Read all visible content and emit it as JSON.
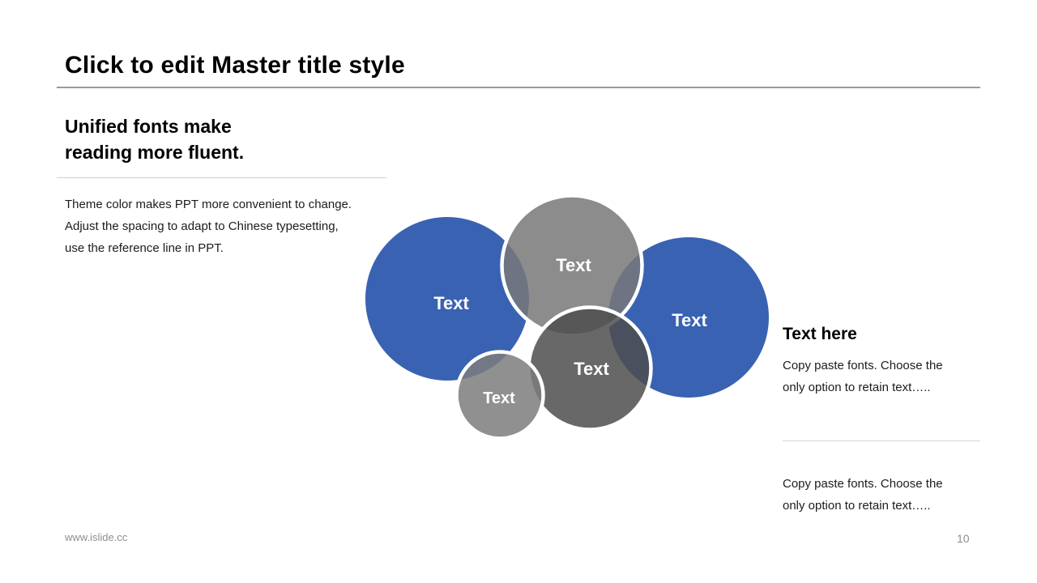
{
  "slide_title": "Click to edit Master title style",
  "left_panel": {
    "heading_lines": [
      "Unified fonts make",
      "reading more fluent."
    ],
    "body_lines": [
      "Theme color makes PPT more convenient to change.",
      "Adjust the spacing to adapt to Chinese typesetting,",
      "use the reference line in PPT."
    ]
  },
  "diagram": {
    "circles": [
      {
        "name": "left-blue",
        "label": "Text",
        "color": "#3A62B2"
      },
      {
        "name": "right-blue",
        "label": "Text",
        "color": "#3A62B2"
      },
      {
        "name": "top-gray",
        "label": "Text",
        "color": "#787878"
      },
      {
        "name": "center-dark",
        "label": "Text",
        "color": "#4D4D4D"
      },
      {
        "name": "bottom-small-gray",
        "label": "Text",
        "color": "#7C7C7C"
      }
    ],
    "stroke_color": "#FFFFFF"
  },
  "right_panel": {
    "heading": "Text here",
    "top_body_lines": [
      "Copy paste fonts. Choose the",
      "only option to retain text….."
    ],
    "bottom_body_lines": [
      "Copy paste fonts. Choose the",
      "only option to retain text….."
    ]
  },
  "footer": {
    "website": "www.islide.cc",
    "page_number": "10"
  }
}
